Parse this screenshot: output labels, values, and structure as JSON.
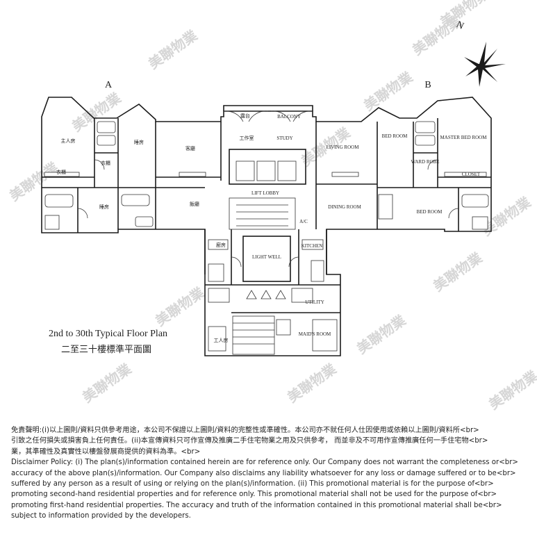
{
  "watermark": {
    "text": "美聯物業"
  },
  "compass": {
    "north": "N"
  },
  "wings": {
    "a": "A",
    "b": "B"
  },
  "rooms": {
    "master_bed_zh": "主人房",
    "bed_zh_1": "睡房",
    "closet_zh": "衣櫃",
    "wardrobe_zh": "衣櫃",
    "bed_zh_2": "睡房",
    "living_zh": "客廳",
    "balcony_zh": "露台",
    "study_zh": "工作室",
    "dining_zh": "飯廳",
    "kitchen_zh": "廚房",
    "maid_zh": "工人房",
    "balcony": "BALCONY",
    "study": "STUDY",
    "living": "LIVING ROOM",
    "bed_1": "BED ROOM",
    "master_bed": "MASTER BED ROOM",
    "ward_robe": "WARD ROBE",
    "closet": "CLOSET",
    "lift_lobby": "LIFT LOBBY",
    "dining": "DINING ROOM",
    "bed_2": "BED ROOM",
    "ac": "A/C",
    "kitchen": "KITCHEN",
    "light_well": "LIGHT WELL",
    "utility": "UTILITY",
    "maid": "MAID'S ROOM"
  },
  "title": {
    "en": "2nd to 30th Typical Floor Plan",
    "zh": "二至三十樓標準平面圖"
  },
  "disclaimer": [
    "免責聲明:(i)以上圖則/資料只供參考用途，本公司不保證以上圖則/資料的完整性或準確性。本公司亦不就任何人仕因使用或依賴以上圖則/資料所<br>",
    "引致之任何損失或損害負上任何責任。(ii)本宣傳資料只可作宣傳及推廣二手住宅物業之用及只供參考， 而並非及不可用作宣傳推廣任何一手住宅物<br>",
    "業，其準確性及真實性以樓盤發展商提供的資料為準。<br>",
    "Disclaimer Policy: (i) The plan(s)/information contained herein are for reference only. Our Company does not warrant the completeness or<br>",
    "accuracy of the above plan(s)/information. Our Company also disclaims any liability whatsoever for any loss or damage suffered or to be<br>",
    "suffered by any person as a result of using or relying on the plan(s)/information. (ii) This promotional material is for the purpose of<br>",
    "promoting second-hand residential properties and for reference only. This promotional material shall not be used for the purpose of<br>",
    "promoting first-hand residential properties. The accuracy and truth of the information contained in this promotional material shall be<br>",
    "subject to information provided by the developers."
  ]
}
